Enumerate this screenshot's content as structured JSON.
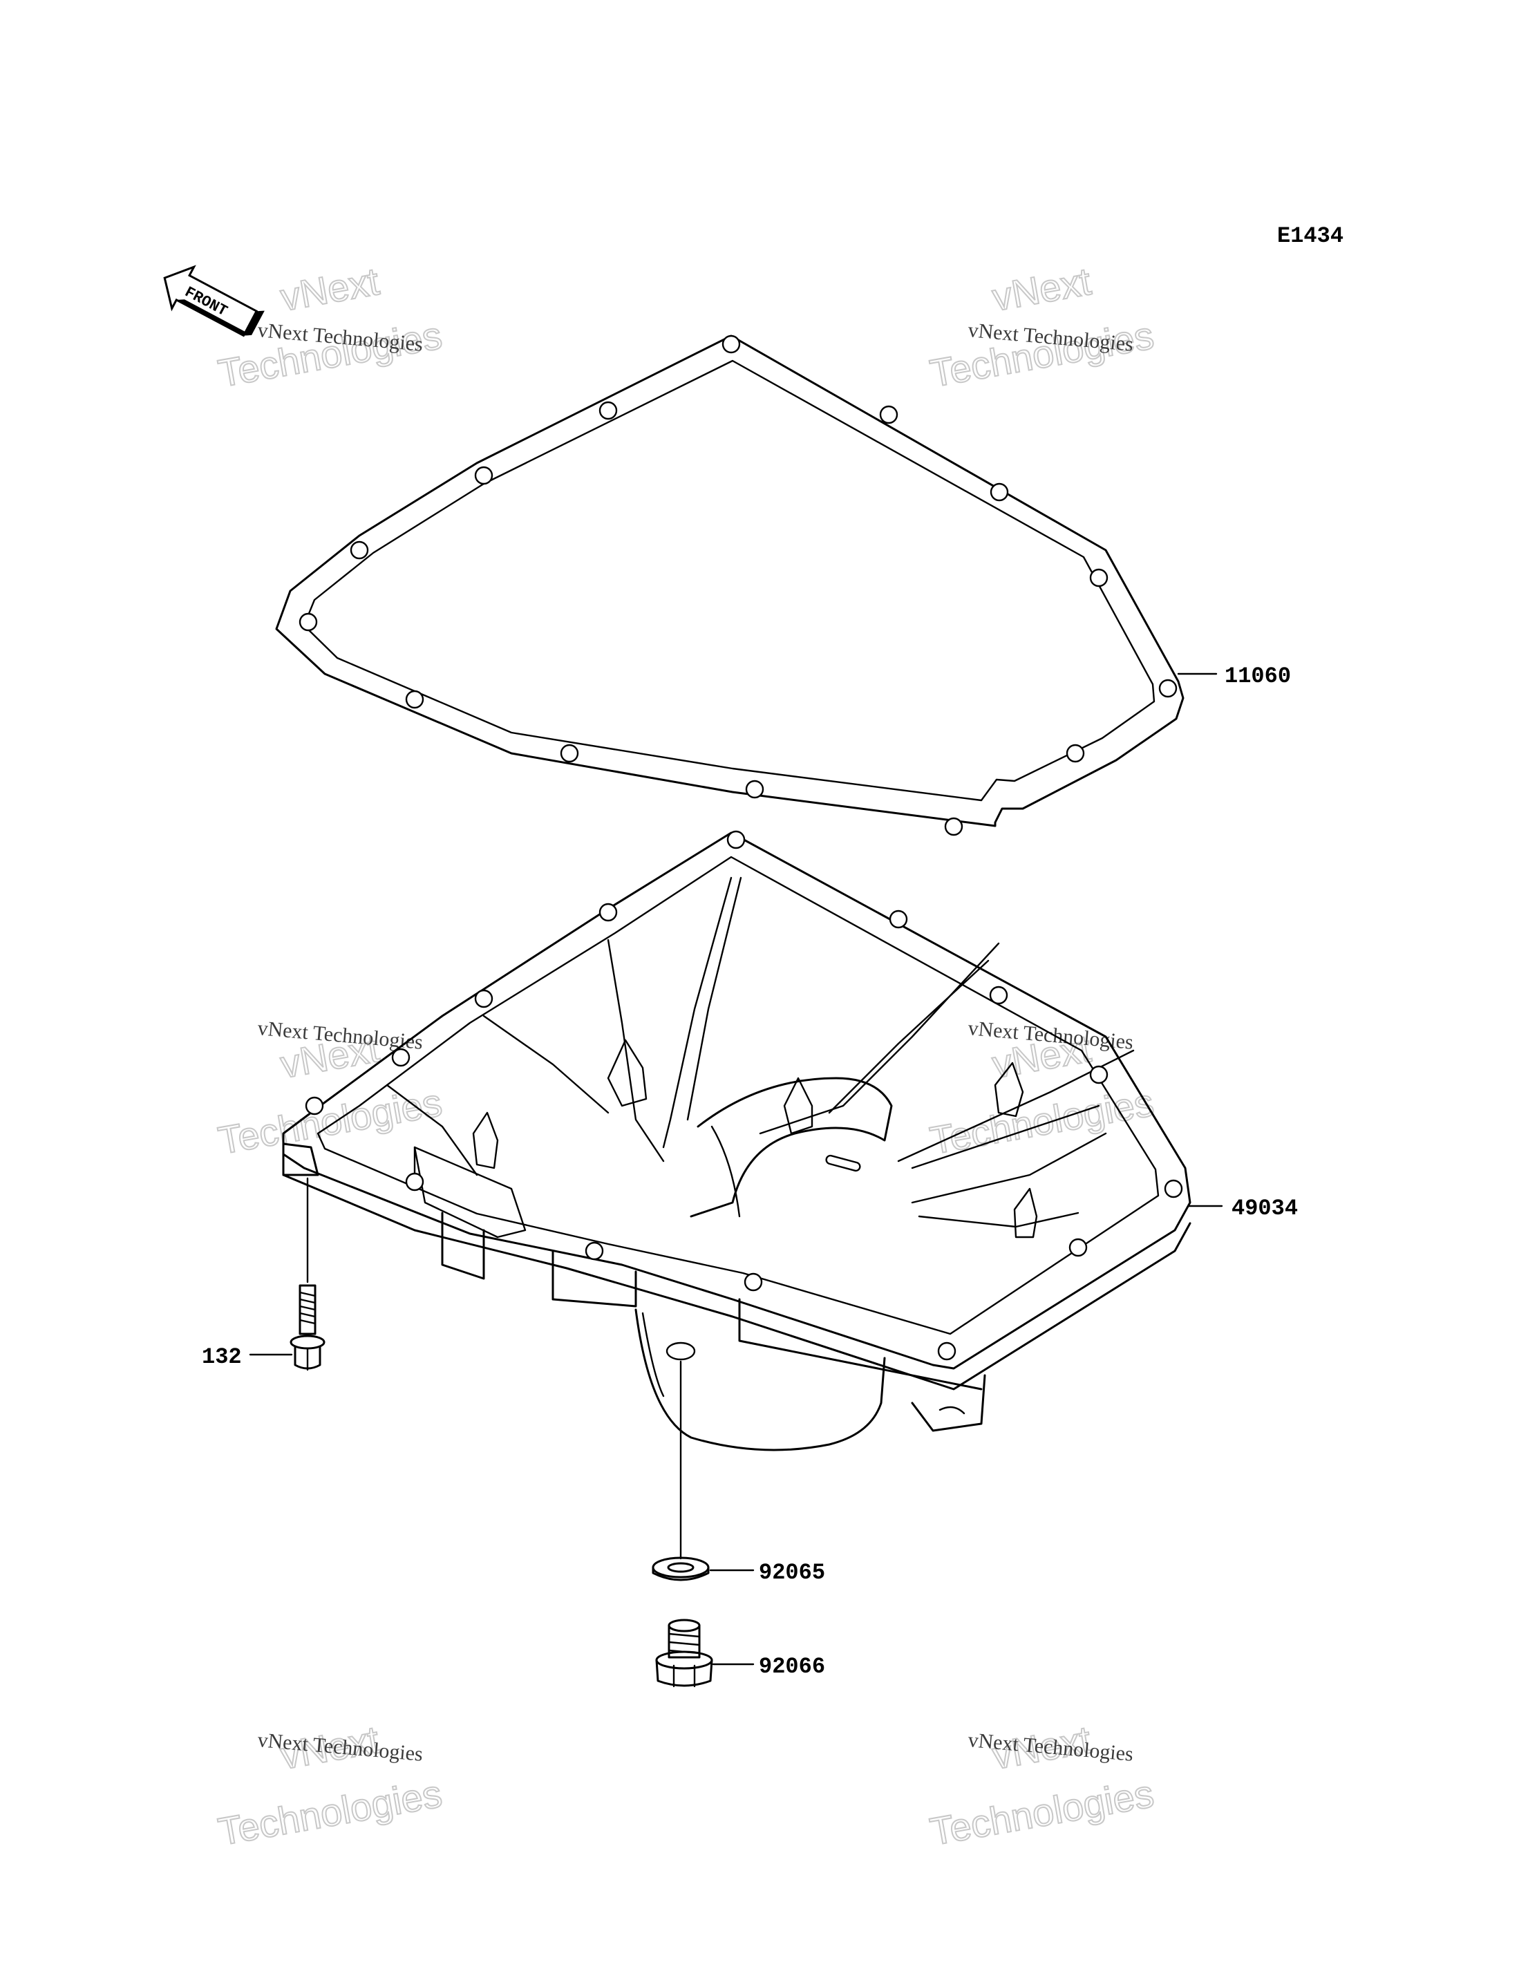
{
  "diagram": {
    "code": "E1434",
    "front_badge": "FRONT",
    "parts": [
      {
        "number": "11060",
        "part": "gasket"
      },
      {
        "number": "49034",
        "part": "oil-pan"
      },
      {
        "number": "132",
        "part": "bolt"
      },
      {
        "number": "92065",
        "part": "washer"
      },
      {
        "number": "92066",
        "part": "drain-plug"
      }
    ],
    "watermark": {
      "line1": "vNext Technologies",
      "line2": "vNext Technologies"
    }
  },
  "colors": {
    "line": "#000000",
    "background": "#ffffff",
    "watermark_outline": "#c8c8c8"
  }
}
